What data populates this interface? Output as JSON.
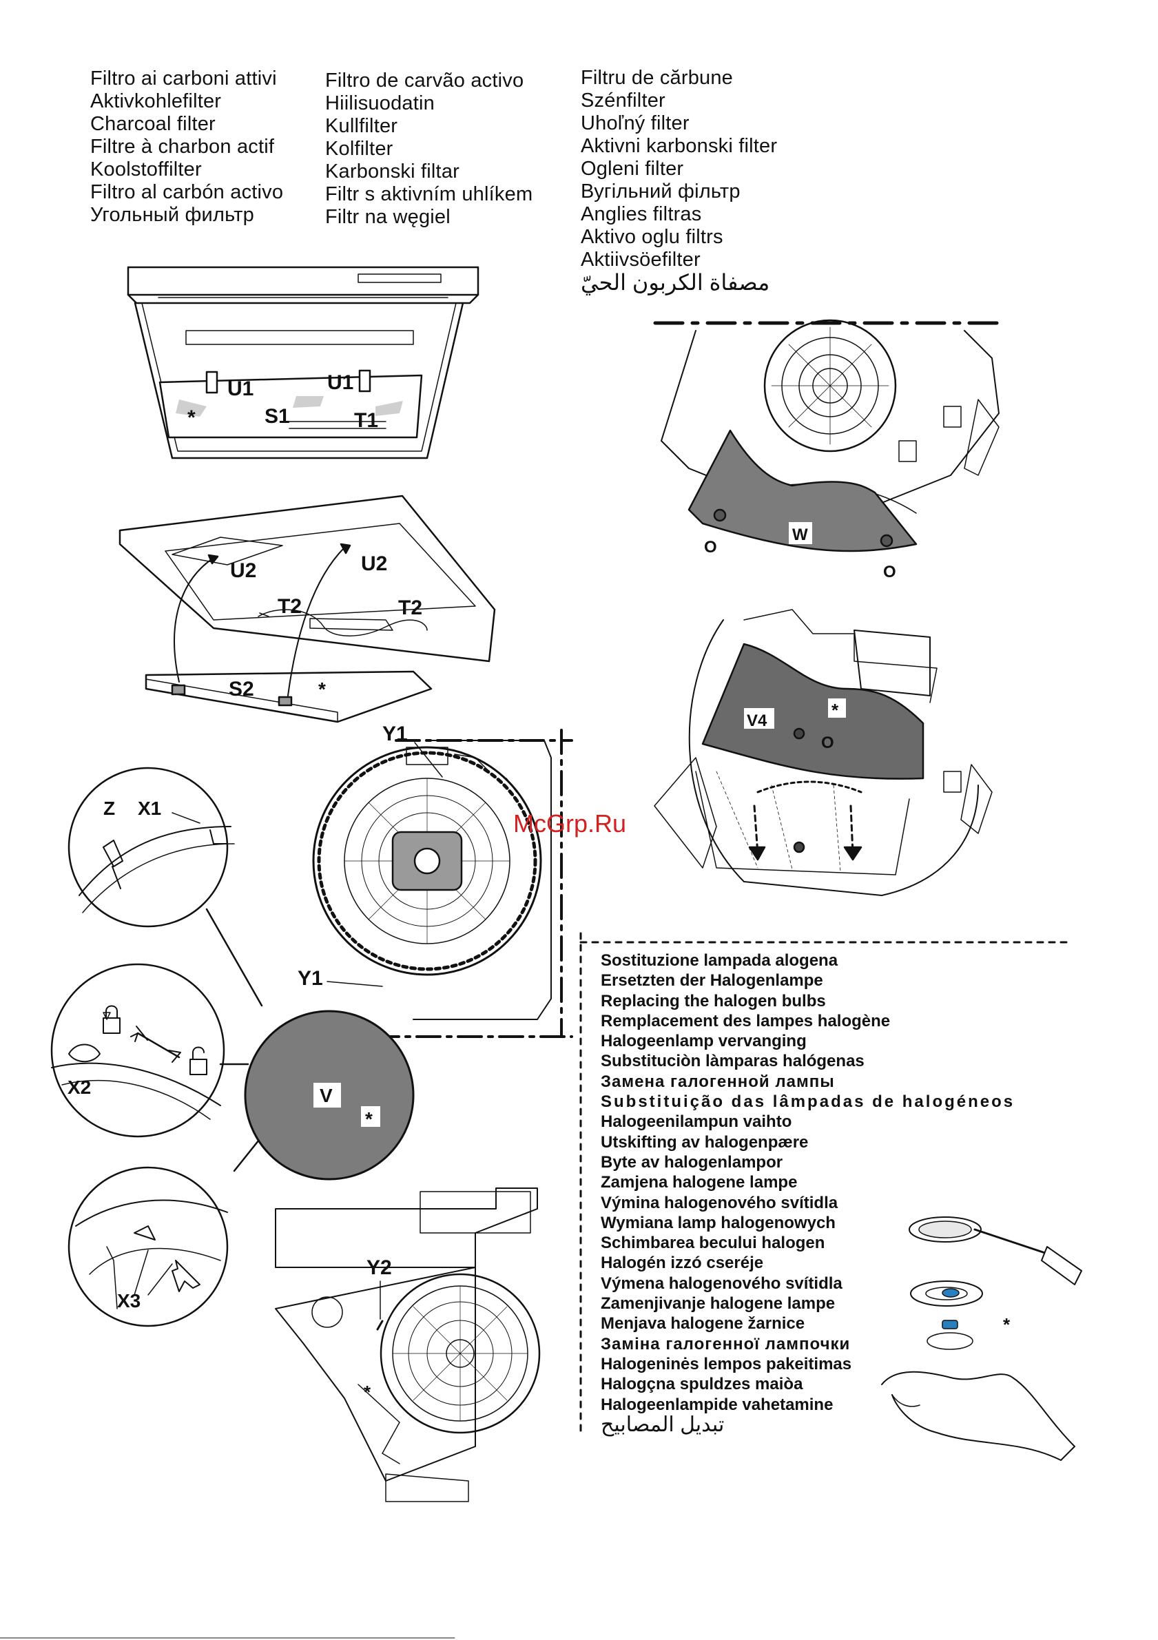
{
  "filter_titles": {
    "col1": [
      "Filtro ai carboni attivi",
      "Aktivkohlefilter",
      "Charcoal filter",
      "Filtre à charbon actif",
      "Koolstoffilter",
      "Filtro al carbón activo",
      "Угольный фильтр"
    ],
    "col2": [
      "Filtro de carvão activo",
      "Hiilisuodatin",
      "Kullfilter",
      "Kolfilter",
      "Karbonski filtar",
      "Filtr s aktivním uhlíkem",
      "Filtr na węgiel"
    ],
    "col3": [
      "Filtru de cărbune",
      "Szénfilter",
      "Uhoľný filter",
      "Aktivni karbonski filter",
      "Ogleni filter",
      "Вугільний фільтр",
      "Anglies filtras",
      "Aktivo oglu filtrs",
      "Aktiivsöefilter",
      "مصفاة الكربون الحيّ"
    ]
  },
  "halogen_titles": [
    "Sostituzione lampada alogena",
    "Ersetzten der Halogenlampe",
    "Replacing the halogen bulbs",
    "Remplacement des lampes halogène",
    "Halogeenlamp vervanging",
    "Substituciòn làmparas halógenas",
    "Замена галогенной лампы",
    "Substituição das lâmpadas de halogéneos",
    "Halogeenilampun vaihto",
    "Utskifting av halogenpære",
    "Byte av halogenlampor",
    "Zamjena halogene lampe",
    "Výmina halogenového svítidla",
    "Wymiana lamp halogenowych",
    "Schimbarea becului halogen",
    "Halogén izzó cseréje",
    "Výmena halogenového svítidla",
    "Zamenjivanje halogene lampe",
    "Menjava halogene žarnice",
    "Заміна галогенної лампочки",
    "Halogeninės lempos pakeitimas",
    "Halogçna spuldzes maiòa",
    "Halogeenlampide vahetamine",
    "تبديل المصابيح"
  ],
  "labels": {
    "u1a": "U1",
    "u1b": "U1",
    "s1": "S1",
    "t1": "T1",
    "star": "*",
    "u2a": "U2",
    "u2b": "U2",
    "t2a": "T2",
    "t2b": "T2",
    "s2": "S2",
    "w": "W",
    "o": "O",
    "v4": "V4",
    "v": "V",
    "y1": "Y1",
    "y2": "Y2",
    "z": "Z",
    "x1": "X1",
    "x2": "X2",
    "x3": "X3"
  },
  "watermark": "McGrp.Ru",
  "colors": {
    "grey_fill": "#7c7c7c",
    "dark_fill": "#6a6a6a",
    "line": "#111111",
    "watermark": "#d32020"
  }
}
